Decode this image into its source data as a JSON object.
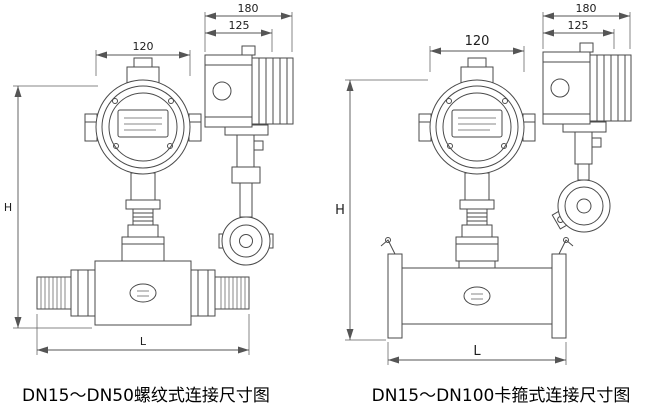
{
  "left": {
    "caption": "DN15～DN50螺纹式连接尺寸图",
    "dims": {
      "head_width": "120",
      "side_total": "180",
      "side_body": "125",
      "height": "H",
      "length": "L"
    }
  },
  "right": {
    "caption": "DN15～DN100卡箍式连接尺寸图",
    "dims": {
      "head_width": "120",
      "side_total": "180",
      "side_body": "125",
      "height": "H",
      "length": "L"
    }
  },
  "colors": {
    "line": "#4a4a4a",
    "text": "#1d1d1d",
    "background": "#ffffff"
  }
}
